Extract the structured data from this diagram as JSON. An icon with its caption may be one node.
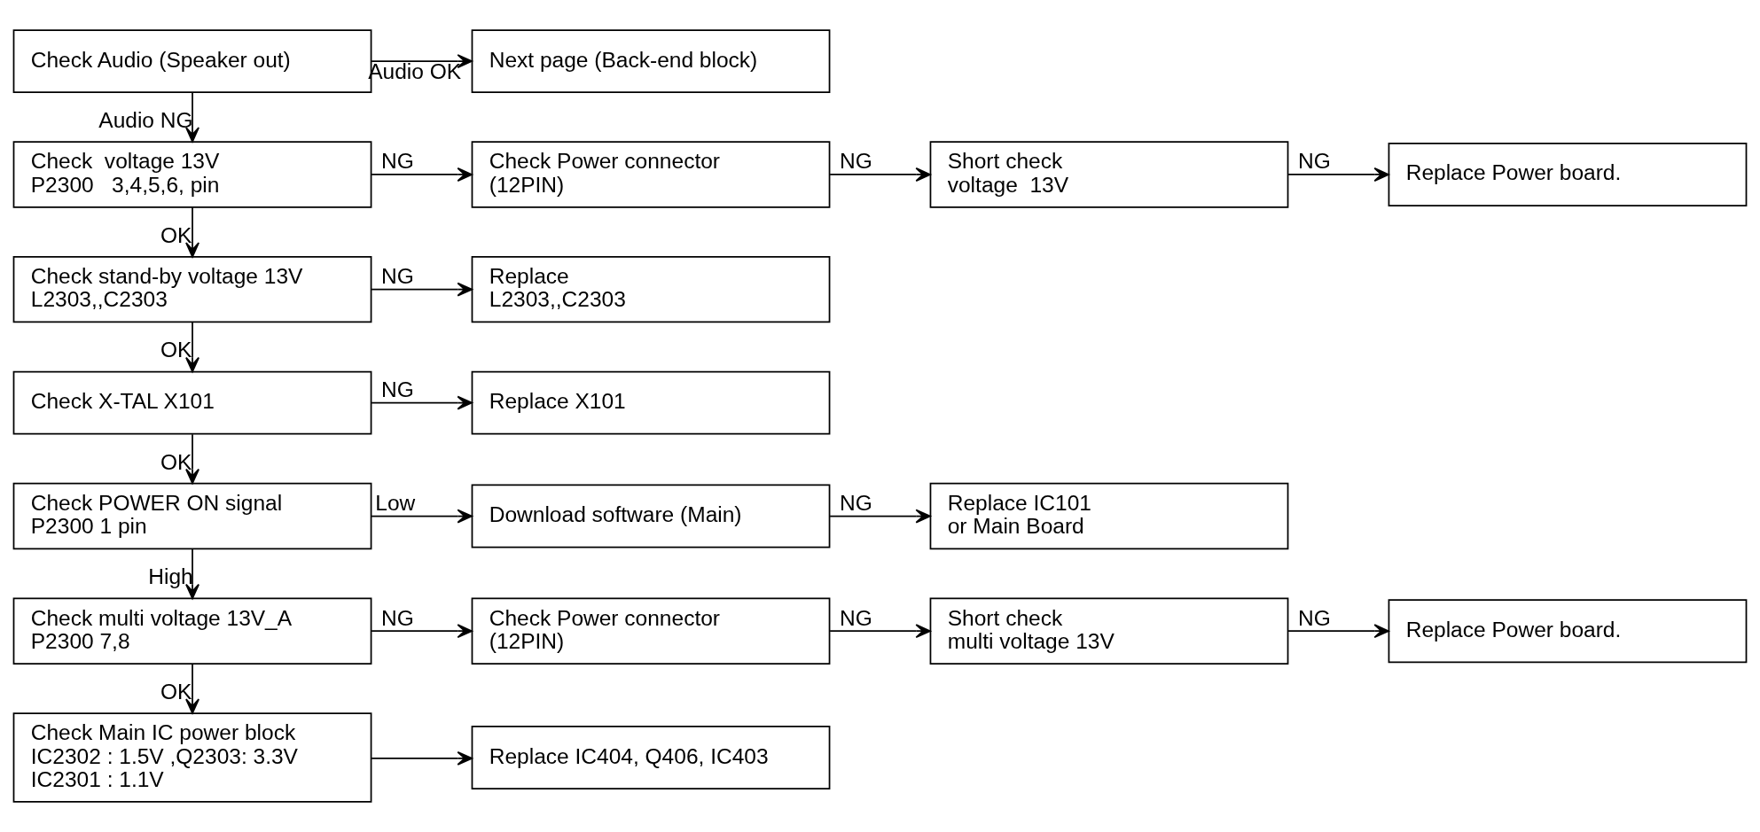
{
  "diagram": {
    "nodes": [
      {
        "text": [
          "Check Audio (Speaker out)"
        ]
      },
      {
        "text": [
          "Next page (Back-end block)"
        ]
      },
      {
        "text": [
          "Check  voltage 13V",
          "P2300   3,4,5,6, pin"
        ]
      },
      {
        "text": [
          "Check Power connector",
          "(12PIN)"
        ]
      },
      {
        "text": [
          "Short check",
          "voltage  13V"
        ]
      },
      {
        "text": [
          "Replace Power board."
        ]
      },
      {
        "text": [
          "Check stand-by voltage 13V",
          "L2303,,C2303"
        ]
      },
      {
        "text": [
          "Replace",
          "L2303,,C2303"
        ]
      },
      {
        "text": [
          "Check X-TAL X101"
        ]
      },
      {
        "text": [
          "Replace X101"
        ]
      },
      {
        "text": [
          "Check POWER ON signal",
          "P2300 1 pin"
        ]
      },
      {
        "text": [
          "Download software (Main)"
        ]
      },
      {
        "text": [
          "Replace IC101",
          "or Main Board"
        ]
      },
      {
        "text": [
          "Check multi voltage 13V_A",
          "P2300 7,8"
        ]
      },
      {
        "text": [
          "Check Power connector",
          "(12PIN)"
        ]
      },
      {
        "text": [
          "Short check",
          "multi voltage 13V"
        ]
      },
      {
        "text": [
          "Replace Power board."
        ]
      },
      {
        "text": [
          "Check Main IC power block",
          "IC2302 : 1.5V ,Q2303: 3.3V",
          "IC2301 : 1.1V"
        ]
      },
      {
        "text": [
          "Replace IC404, Q406, IC403"
        ]
      }
    ],
    "edges": [
      {
        "from": 0,
        "to": 1,
        "arrow": "to",
        "label": "Audio OK"
      },
      {
        "from": 0,
        "to": 2,
        "arrow": "to",
        "label": "Audio NG"
      },
      {
        "from": 2,
        "to": 3,
        "arrow": "to",
        "label": "NG"
      },
      {
        "from": 3,
        "to": 4,
        "arrow": "to",
        "label": "NG"
      },
      {
        "from": 4,
        "to": 5,
        "arrow": "to",
        "label": "NG"
      },
      {
        "from": 2,
        "to": 6,
        "arrow": "to",
        "label": "OK"
      },
      {
        "from": 6,
        "to": 7,
        "arrow": "to",
        "label": "NG"
      },
      {
        "from": 6,
        "to": 8,
        "arrow": "to",
        "label": "OK"
      },
      {
        "from": 8,
        "to": 9,
        "arrow": "to",
        "label": "NG"
      },
      {
        "from": 8,
        "to": 10,
        "arrow": "to",
        "label": "OK"
      },
      {
        "from": 10,
        "to": 11,
        "arrow": "to",
        "label": "Low"
      },
      {
        "from": 11,
        "to": 12,
        "arrow": "to",
        "label": "NG"
      },
      {
        "from": 10,
        "to": 13,
        "arrow": "to",
        "label": "High"
      },
      {
        "from": 13,
        "to": 14,
        "arrow": "to",
        "label": "NG"
      },
      {
        "from": 14,
        "to": 15,
        "arrow": "to",
        "label": "NG"
      },
      {
        "from": 15,
        "to": 16,
        "arrow": "to",
        "label": "NG"
      },
      {
        "from": 13,
        "to": 17,
        "arrow": "to",
        "label": "OK"
      },
      {
        "from": 17,
        "to": 18,
        "arrow": "to"
      }
    ]
  }
}
